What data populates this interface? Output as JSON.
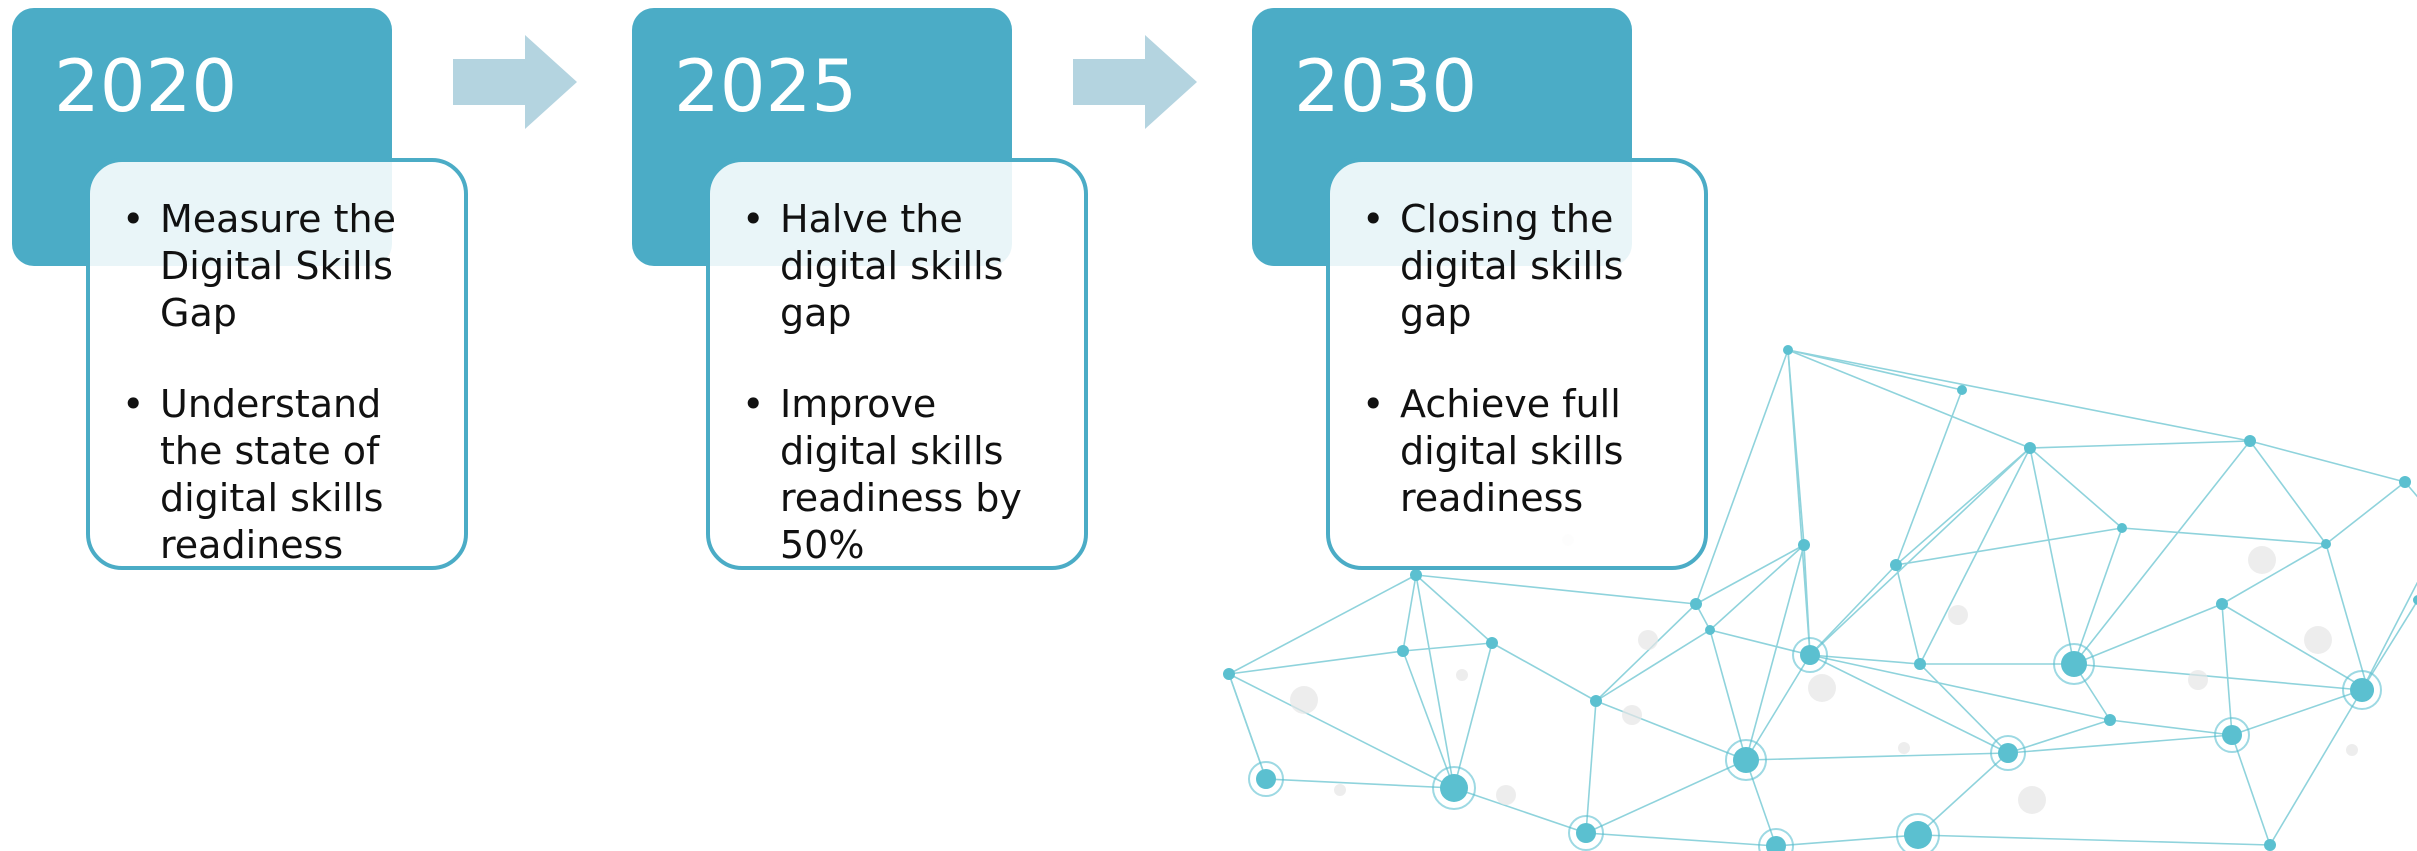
{
  "colors": {
    "accent": "#4BACC6",
    "arrow": "#B4D4E0",
    "network_line": "#8FD3DC",
    "network_node": "#5BC0D0"
  },
  "stages": [
    {
      "year": "2020",
      "goals": [
        "Measure the Digital Skills Gap",
        "Understand the state of digital skills readiness"
      ]
    },
    {
      "year": "2025",
      "goals": [
        "Halve the digital skills gap",
        "Improve digital skills readiness by 50%"
      ]
    },
    {
      "year": "2030",
      "goals": [
        "Closing the digital skills gap",
        "Achieve full digital skills readiness"
      ]
    }
  ],
  "bullet_glyph": "•",
  "arrow_icon": "right-arrow-icon",
  "decoration": "network-graph-background"
}
